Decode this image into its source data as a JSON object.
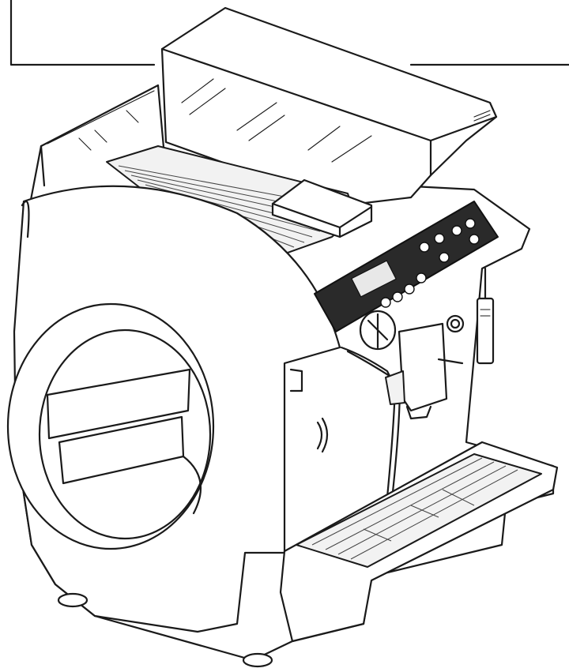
{
  "figure": {
    "subject": "espresso-machine",
    "style": "line-drawing",
    "colors": {
      "stroke": "#1a1a1a",
      "panel": "#2a2a2a",
      "background": "#ffffff"
    },
    "control_panel": {
      "display_text": "",
      "button_count": 10
    }
  }
}
